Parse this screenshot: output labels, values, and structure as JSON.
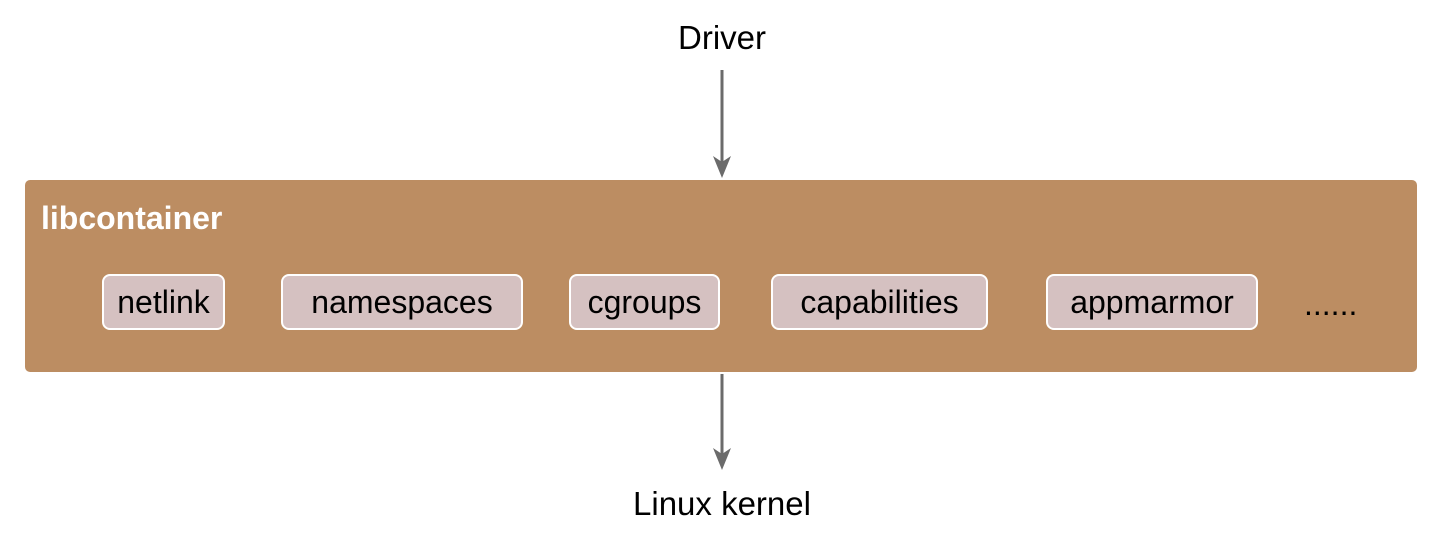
{
  "top_label": "Driver",
  "bottom_label": "Linux kernel",
  "container": {
    "title": "libcontainer",
    "modules": [
      "netlink",
      "namespaces",
      "cgroups",
      "capabilities",
      "appmarmor"
    ],
    "more": "......"
  },
  "colors": {
    "container_fill": "#bc8d62",
    "module_fill": "#d5c1c1",
    "module_border": "#ffffff",
    "arrow": "#6b6b6b"
  }
}
